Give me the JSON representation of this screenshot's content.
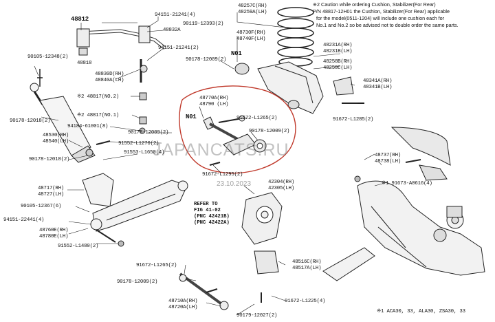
{
  "note": {
    "line1": "※2 Caution while ordering Cushion, Stabilizer(For Rear)",
    "line2": "P/N 48817-12H01 the Cushion, Stabilizer(For Rear) applicable",
    "line3": "for the model(0511-1204) will include one cushion each for",
    "line4": "No.1 and No.2 so be advised not to double order the same parts."
  },
  "watermark": "JAPANCATS.RU",
  "date": "23.10.2023",
  "ref": {
    "line1": "REFER TO",
    "line2": "FIG 41-02",
    "line3": "(PNC 42421B)",
    "line4": "(PNC 42422A)"
  },
  "footer": "※1 ACA30, 33, ALA30, ZSA30, 33",
  "callouts": {
    "n01_a": "N01",
    "n01_b": "N01"
  },
  "labels": {
    "l48812": "48812",
    "l94151_21241_4": "94151-21241(4)",
    "l48832a": "48832A",
    "l90119_12393": "90119-12393(2)",
    "l94151_21241_2": "94151-21241(2)",
    "l48818": "48818",
    "l90105_12348": "90105-12348(2)",
    "l48830d": "48830D(RH)",
    "l48840a": "48840A(LH)",
    "l48817_2": "※2 48817(NO.2)",
    "l90178_12018_top": "90178-12018(2)",
    "l48817_1": "※2 48817(NO.1)",
    "l94184_61001": "94184-61001(8)",
    "l90178_12009_a": "90178-12009(2)",
    "l48530": "48530(RH)",
    "l48540": "48540(LH)",
    "l91552_l1270": "91552-L1270(2)",
    "l91553_l1650": "91553-L1650(4)",
    "l90178_12018_b": "90178-12018(2)",
    "l48717": "48717(RH)",
    "l48727": "48727(LH)",
    "l90105_12367": "90105-12367(6)",
    "l94151_22441": "94151-22441(4)",
    "l48760e": "48760E(RH)",
    "l48780e": "48780E(LH)",
    "l91552_l1480": "91552-L1480(2)",
    "l48257c": "48257C(RH)",
    "l48259a": "48259A(LH)",
    "l48730f": "48730F(RH)",
    "l48740f": "48740F(LH)",
    "l90178_12009_b": "90178-12009(2)",
    "l48770a": "48770A(RH)",
    "l48790": "48790 (LH)",
    "l91672_l1265_a": "91672-L1265(2)",
    "l90178_12009_c": "90178-12009(2)",
    "l91672_l1295": "91672-L1295(2)",
    "l48231a": "48231A(RH)",
    "l48231b": "48231B(LH)",
    "l48258b": "48258B(RH)",
    "l48258c": "48258C(LH)",
    "l48341a": "48341A(RH)",
    "l48341b": "48341B(LH)",
    "l91672_l1285": "91672-L1285(2)",
    "l48737": "48737(RH)",
    "l48738": "48738(LH)",
    "l91673_a0616": "※1 91673-A0616(4)",
    "l42304": "42304(RH)",
    "l42305": "42305(LH)",
    "l91672_l1265_b": "91672-L1265(2)",
    "l90178_12009_d": "90178-12009(2)",
    "l48516c": "48516C(RH)",
    "l48517a": "48517A(LH)",
    "l91672_l1225": "91672-L1225(4)",
    "l48710a": "48710A(RH)",
    "l48720a": "48720A(LH)",
    "l90179_12027": "90179-12027(2)"
  }
}
